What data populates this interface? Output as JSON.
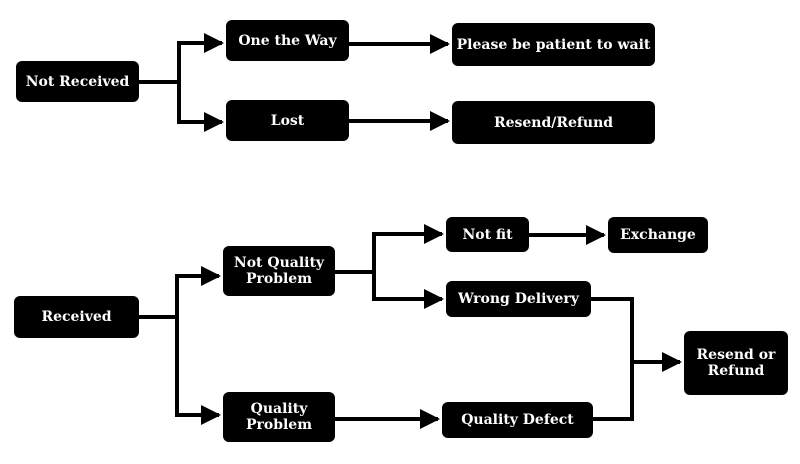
{
  "colors": {
    "node_fill": "#000000",
    "node_text": "#ffffff",
    "connector": "#000000",
    "background": "#ffffff"
  },
  "nodes": {
    "not_received": "Not Received",
    "on_the_way": "One the Way",
    "lost": "Lost",
    "please_wait": "Please be patient to wait",
    "resend_refund_top": "Resend/Refund",
    "received": "Received",
    "not_quality_problem": "Not Quality\nProblem",
    "quality_problem": "Quality\nProblem",
    "not_fit": "Not fit",
    "exchange": "Exchange",
    "wrong_delivery": "Wrong Delivery",
    "quality_defect": "Quality Defect",
    "resend_or_refund": "Resend or\nRefund"
  }
}
